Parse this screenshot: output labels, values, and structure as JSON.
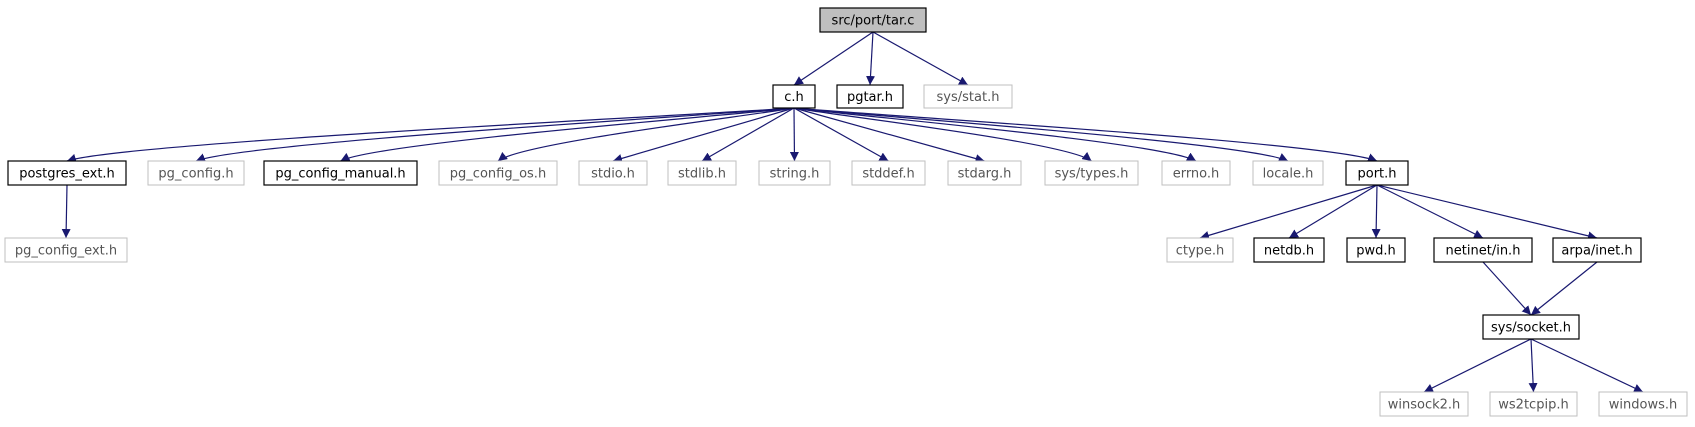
{
  "colors": {
    "edge": "#191970",
    "box_dark": "#000000",
    "box_light": "#bfbfbf",
    "root_fill": "#bfbfbf",
    "text_dark": "#000000",
    "text_light": "#555555"
  },
  "nodes": [
    {
      "id": "tar_c",
      "label": "src/port/tar.c",
      "style": "root"
    },
    {
      "id": "c_h",
      "label": "c.h",
      "style": "dark"
    },
    {
      "id": "pgtar_h",
      "label": "pgtar.h",
      "style": "dark"
    },
    {
      "id": "sys_stat_h",
      "label": "sys/stat.h",
      "style": "light"
    },
    {
      "id": "postgres_ext_h",
      "label": "postgres_ext.h",
      "style": "dark"
    },
    {
      "id": "pg_config_h",
      "label": "pg_config.h",
      "style": "light"
    },
    {
      "id": "pg_config_manual_h",
      "label": "pg_config_manual.h",
      "style": "dark"
    },
    {
      "id": "pg_config_os_h",
      "label": "pg_config_os.h",
      "style": "light"
    },
    {
      "id": "stdio_h",
      "label": "stdio.h",
      "style": "light"
    },
    {
      "id": "stdlib_h",
      "label": "stdlib.h",
      "style": "light"
    },
    {
      "id": "string_h",
      "label": "string.h",
      "style": "light"
    },
    {
      "id": "stddef_h",
      "label": "stddef.h",
      "style": "light"
    },
    {
      "id": "stdarg_h",
      "label": "stdarg.h",
      "style": "light"
    },
    {
      "id": "sys_types_h",
      "label": "sys/types.h",
      "style": "light"
    },
    {
      "id": "errno_h",
      "label": "errno.h",
      "style": "light"
    },
    {
      "id": "locale_h",
      "label": "locale.h",
      "style": "light"
    },
    {
      "id": "port_h",
      "label": "port.h",
      "style": "dark"
    },
    {
      "id": "pg_config_ext_h",
      "label": "pg_config_ext.h",
      "style": "light"
    },
    {
      "id": "ctype_h",
      "label": "ctype.h",
      "style": "light"
    },
    {
      "id": "netdb_h",
      "label": "netdb.h",
      "style": "dark"
    },
    {
      "id": "pwd_h",
      "label": "pwd.h",
      "style": "dark"
    },
    {
      "id": "netinet_in_h",
      "label": "netinet/in.h",
      "style": "dark"
    },
    {
      "id": "arpa_inet_h",
      "label": "arpa/inet.h",
      "style": "dark"
    },
    {
      "id": "sys_socket_h",
      "label": "sys/socket.h",
      "style": "dark"
    },
    {
      "id": "winsock2_h",
      "label": "winsock2.h",
      "style": "light"
    },
    {
      "id": "ws2tcpip_h",
      "label": "ws2tcpip.h",
      "style": "light"
    },
    {
      "id": "windows_h",
      "label": "windows.h",
      "style": "light"
    }
  ],
  "edges": [
    [
      "tar_c",
      "c_h"
    ],
    [
      "tar_c",
      "pgtar_h"
    ],
    [
      "tar_c",
      "sys_stat_h"
    ],
    [
      "c_h",
      "postgres_ext_h"
    ],
    [
      "c_h",
      "pg_config_h"
    ],
    [
      "c_h",
      "pg_config_manual_h"
    ],
    [
      "c_h",
      "pg_config_os_h"
    ],
    [
      "c_h",
      "stdio_h"
    ],
    [
      "c_h",
      "stdlib_h"
    ],
    [
      "c_h",
      "string_h"
    ],
    [
      "c_h",
      "stddef_h"
    ],
    [
      "c_h",
      "stdarg_h"
    ],
    [
      "c_h",
      "sys_types_h"
    ],
    [
      "c_h",
      "errno_h"
    ],
    [
      "c_h",
      "locale_h"
    ],
    [
      "c_h",
      "port_h"
    ],
    [
      "postgres_ext_h",
      "pg_config_ext_h"
    ],
    [
      "port_h",
      "ctype_h"
    ],
    [
      "port_h",
      "netdb_h"
    ],
    [
      "port_h",
      "pwd_h"
    ],
    [
      "port_h",
      "netinet_in_h"
    ],
    [
      "port_h",
      "arpa_inet_h"
    ],
    [
      "netinet_in_h",
      "sys_socket_h"
    ],
    [
      "arpa_inet_h",
      "sys_socket_h"
    ],
    [
      "sys_socket_h",
      "winsock2_h"
    ],
    [
      "sys_socket_h",
      "ws2tcpip_h"
    ],
    [
      "sys_socket_h",
      "windows_h"
    ]
  ]
}
